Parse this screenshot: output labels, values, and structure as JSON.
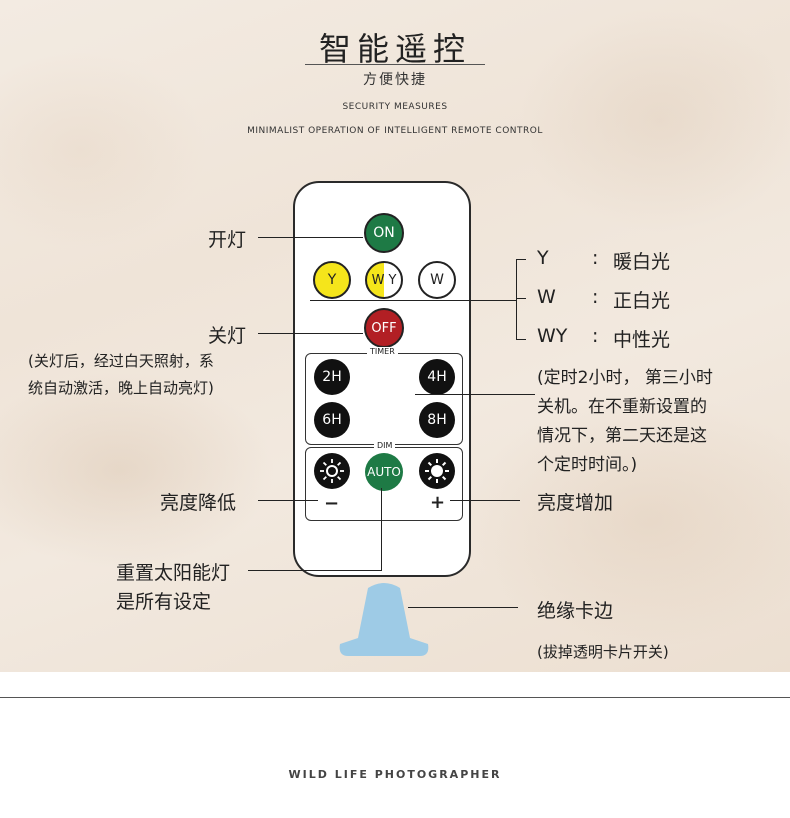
{
  "header": {
    "title": "智能遥控",
    "subtitle": "方便快捷",
    "en_line1": "SECURITY MEASURES",
    "en_line2": "MINIMALIST OPERATION OF INTELLIGENT REMOTE CONTROL"
  },
  "remote": {
    "on_label": "ON",
    "y_label": "Y",
    "wy_w_label": "W",
    "wy_y_label": "Y",
    "w_label": "W",
    "off_label": "OFF",
    "timer_label": "TIMER",
    "timer_2h": "2H",
    "timer_4h": "4H",
    "timer_6h": "6H",
    "timer_8h": "8H",
    "dim_label": "DIM",
    "auto_label": "AUTO",
    "minus_label": "−",
    "plus_label": "+"
  },
  "annotations": {
    "on": "开灯",
    "off": "关灯",
    "off_note_1": "(关灯后，经过白天照射，系",
    "off_note_2": "统自动激活，晚上自动亮灯)",
    "y_key": "Y",
    "y_desc": "暖白光",
    "w_key": "W",
    "w_desc": "正白光",
    "wy_key": "WY",
    "wy_desc": "中性光",
    "colon": ":",
    "timer_note_1": "(定时2小时， 第三小时",
    "timer_note_2": "关机。在不重新设置的",
    "timer_note_3": "情况下，第二天还是这",
    "timer_note_4": "个定时时间。)",
    "dim_down": "亮度降低",
    "dim_up": "亮度增加",
    "reset_1": "重置太阳能灯",
    "reset_2": "是所有设定",
    "tab": "绝缘卡边",
    "tab_note": "(拔掉透明卡片开关)"
  },
  "footer": {
    "text": "WILD LIFE PHOTOGRAPHER"
  },
  "colors": {
    "on_green": "#1e7a45",
    "off_red": "#b21f24",
    "yellow": "#f5e51b",
    "tab_blue": "#9ecbe6"
  }
}
